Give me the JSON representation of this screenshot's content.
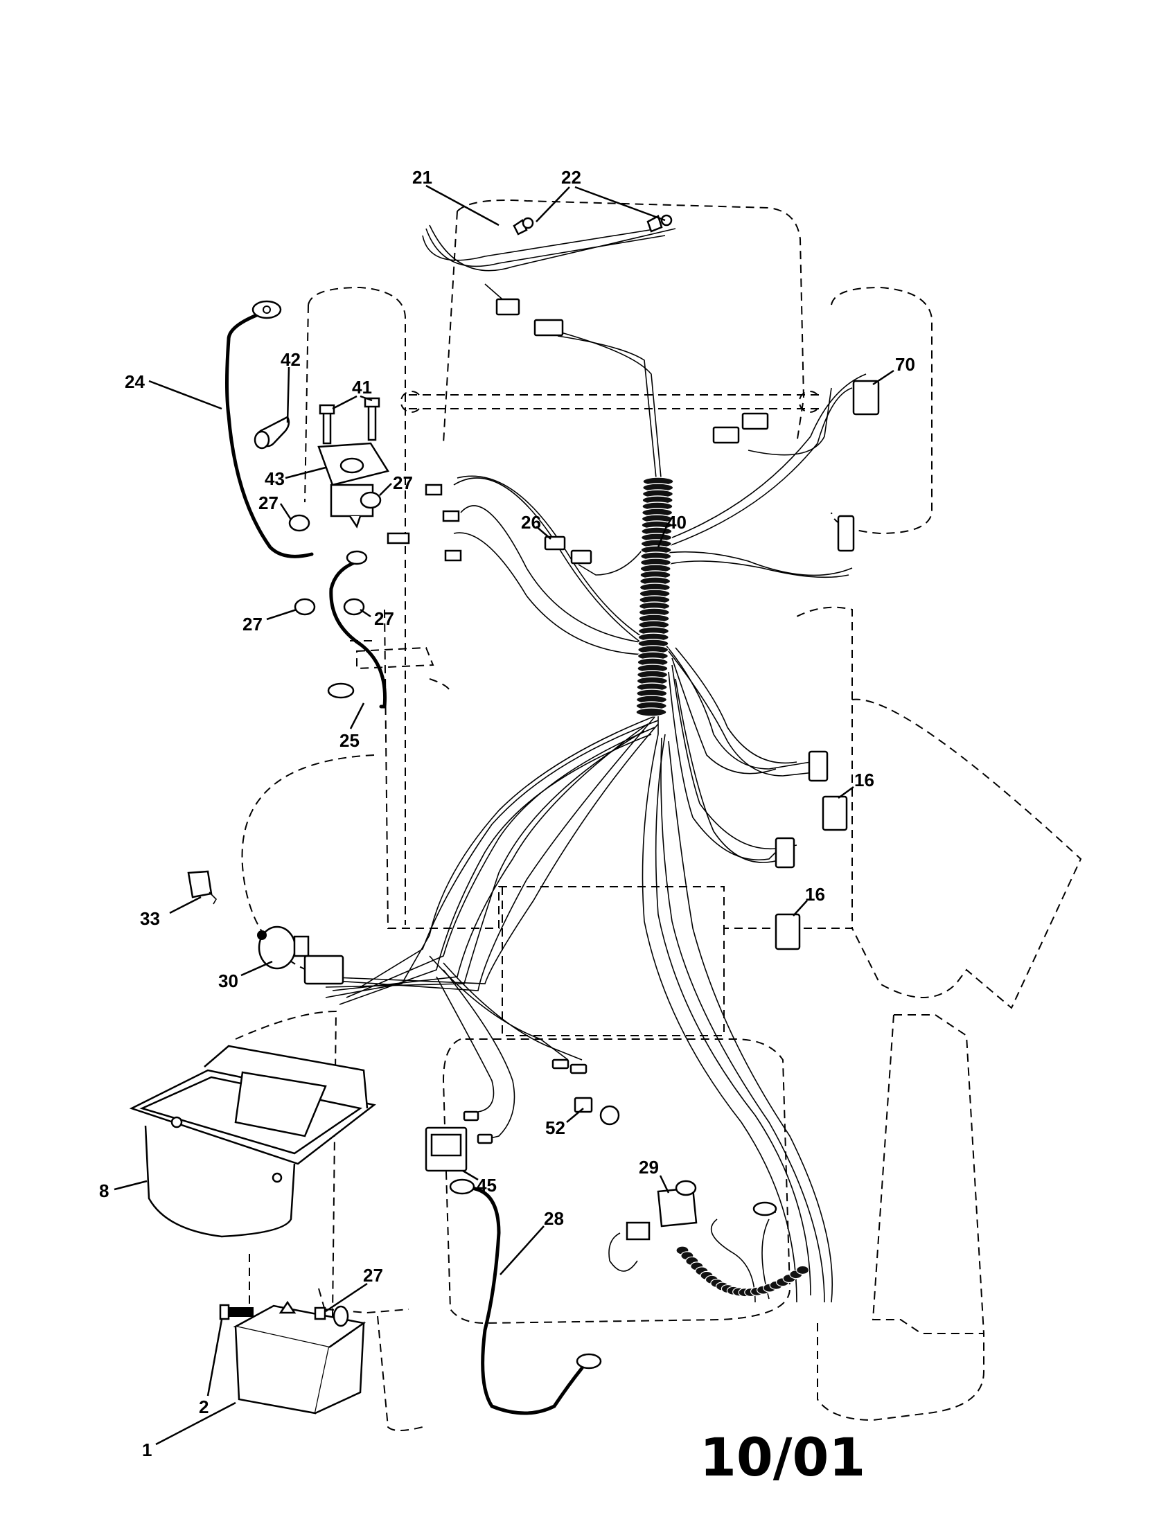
{
  "callouts": {
    "c21": "21",
    "c22": "22",
    "c70": "70",
    "c42": "42",
    "c41": "41",
    "c24": "24",
    "c43": "43",
    "c27a": "27",
    "c27b": "27",
    "c26": "26",
    "c40": "40",
    "c27c": "27",
    "c27d": "27",
    "c25": "25",
    "c16a": "16",
    "c16b": "16",
    "c33": "33",
    "c30": "30",
    "c8": "8",
    "c52": "52",
    "c29": "29",
    "c45": "45",
    "c28": "28",
    "c27e": "27",
    "c2": "2",
    "c1": "1"
  },
  "date_code": "10/01"
}
